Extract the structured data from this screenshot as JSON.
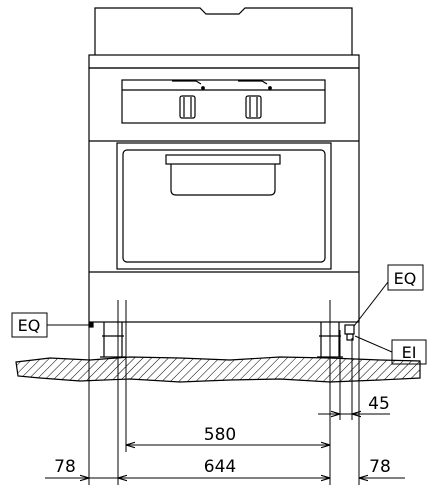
{
  "tags": {
    "eq_left": "EQ",
    "eq_right": "EQ",
    "ei_right": "EI"
  },
  "dimensions": {
    "foot_spacing_inner": "580",
    "foot_spacing_outer": "644",
    "side_left": "78",
    "side_right": "78",
    "connection_offset": "45"
  }
}
